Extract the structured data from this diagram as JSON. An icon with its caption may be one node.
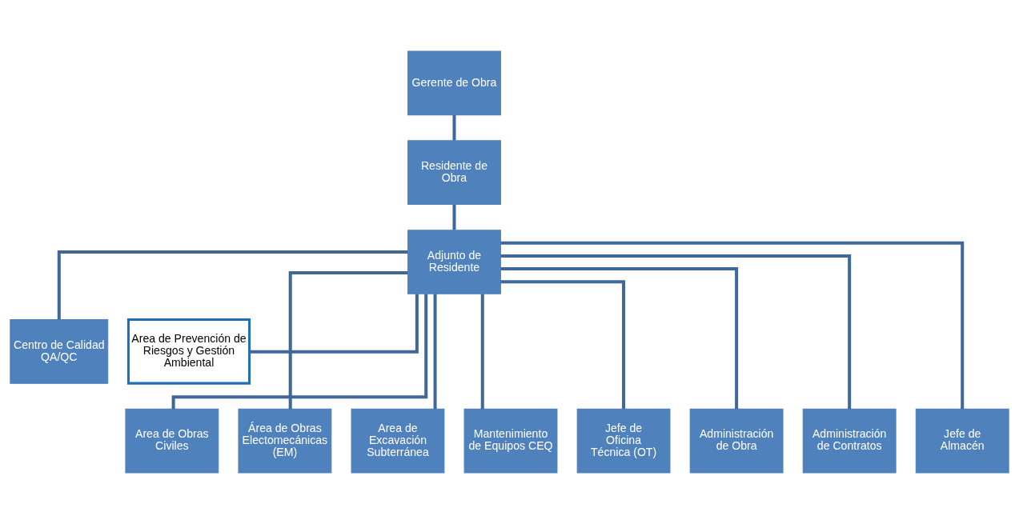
{
  "diagram": {
    "nodes": [
      {
        "text": [
          "Gerente de Obra"
        ]
      },
      {
        "text": [
          "Residente de Obra"
        ]
      },
      {
        "text": [
          "Adjunto de Residente"
        ]
      },
      {
        "text": [
          "Centro de Calidad QA/QC"
        ]
      },
      {
        "text": [
          "Area de Prevención de Riesgos y Gestión Ambiental"
        ]
      },
      {
        "text": [
          "Area de Obras Civiles"
        ]
      },
      {
        "text": [
          "Área de Obras Electomecánicas (EM)"
        ]
      },
      {
        "text": [
          "Area de Excavación Subterránea"
        ]
      },
      {
        "text": [
          "Mantenimiento de Equipos CEQ"
        ]
      },
      {
        "text": [
          "Jefe de Oficina Técnica (OT)"
        ]
      },
      {
        "text": [
          "Administración de Obra"
        ]
      },
      {
        "text": [
          "Administración de Contratos"
        ]
      },
      {
        "text": [
          "Jefe de Almacén"
        ]
      }
    ],
    "edges": [
      {
        "from": 0,
        "to": 1,
        "arrow": "none"
      },
      {
        "from": 1,
        "to": 2,
        "arrow": "none"
      },
      {
        "from": 2,
        "to": 3,
        "arrow": "none"
      },
      {
        "from": 2,
        "to": 4,
        "arrow": "none"
      },
      {
        "from": 2,
        "to": 5,
        "arrow": "none"
      },
      {
        "from": 2,
        "to": 6,
        "arrow": "none"
      },
      {
        "from": 2,
        "to": 7,
        "arrow": "none"
      },
      {
        "from": 2,
        "to": 8,
        "arrow": "none"
      },
      {
        "from": 2,
        "to": 9,
        "arrow": "none"
      },
      {
        "from": 2,
        "to": 10,
        "arrow": "none"
      },
      {
        "from": 2,
        "to": 11,
        "arrow": "none"
      },
      {
        "from": 2,
        "to": 12,
        "arrow": "none"
      }
    ]
  }
}
